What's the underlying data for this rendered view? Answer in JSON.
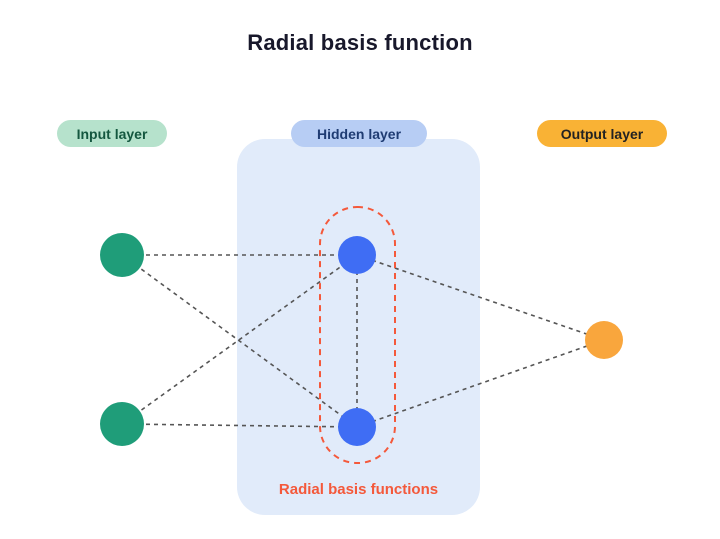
{
  "title": "Radial basis function",
  "layers": {
    "input": {
      "label": "Input layer"
    },
    "hidden": {
      "label": "Hidden layer"
    },
    "output": {
      "label": "Output layer"
    }
  },
  "annotation": {
    "label": "Radial basis functions"
  },
  "colors": {
    "title_text": "#18182b",
    "panel_bg": "#e1ebfa",
    "input_pill_bg": "#b6e2cc",
    "input_pill_text": "#14573f",
    "hidden_pill_bg": "#b7cdf4",
    "hidden_pill_text": "#1f3c73",
    "output_pill_bg": "#f9b235",
    "output_pill_text": "#222222",
    "input_node": "#1f9d79",
    "hidden_node": "#3f6df4",
    "output_node": "#f9a63d",
    "edge": "#555555",
    "rbf_outline": "#f4593b",
    "annotation_text": "#f4593b"
  },
  "diagram": {
    "type": "network",
    "nodes": [
      {
        "id": "input-1",
        "layer": "input"
      },
      {
        "id": "input-2",
        "layer": "input"
      },
      {
        "id": "hidden-1",
        "layer": "hidden"
      },
      {
        "id": "hidden-2",
        "layer": "hidden"
      },
      {
        "id": "output-1",
        "layer": "output"
      }
    ],
    "edges": [
      [
        "input-1",
        "hidden-1"
      ],
      [
        "input-1",
        "hidden-2"
      ],
      [
        "input-2",
        "hidden-1"
      ],
      [
        "input-2",
        "hidden-2"
      ],
      [
        "hidden-1",
        "hidden-2"
      ],
      [
        "hidden-1",
        "output-1"
      ],
      [
        "hidden-2",
        "output-1"
      ]
    ]
  }
}
